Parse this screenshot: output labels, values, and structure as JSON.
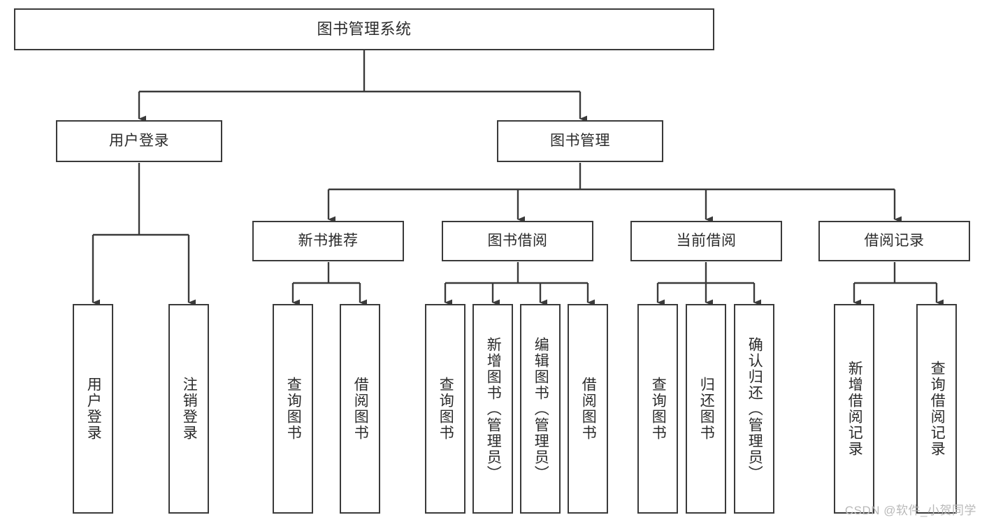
{
  "diagram": {
    "title": "图书管理系统",
    "watermark": "CSDN @软件_小贺同学",
    "colors": {
      "border": "#3a3a3a",
      "background": "#ffffff",
      "text": "#2b2b2b",
      "connector": "#3a3a3a",
      "watermark": "#b9b9b9"
    },
    "root": {
      "label": "图书管理系统"
    },
    "level2": [
      {
        "label": "用户登录"
      },
      {
        "label": "图书管理"
      }
    ],
    "level3": [
      {
        "label": "新书推荐"
      },
      {
        "label": "图书借阅"
      },
      {
        "label": "当前借阅"
      },
      {
        "label": "借阅记录"
      }
    ],
    "leaves": {
      "user_login": [
        {
          "label": "用户登录"
        },
        {
          "label": "注销登录"
        }
      ],
      "new_book": [
        {
          "label": "查询图书"
        },
        {
          "label": "借阅图书"
        }
      ],
      "book_borrow": [
        {
          "label": "查询图书"
        },
        {
          "label": "新增图书（管理员）"
        },
        {
          "label": "编辑图书（管理员）"
        },
        {
          "label": "借阅图书"
        }
      ],
      "current_borrow": [
        {
          "label": "查询图书"
        },
        {
          "label": "归还图书"
        },
        {
          "label": "确认归还（管理员）"
        }
      ],
      "borrow_record": [
        {
          "label": "新增借阅记录"
        },
        {
          "label": "查询借阅记录"
        }
      ]
    }
  }
}
